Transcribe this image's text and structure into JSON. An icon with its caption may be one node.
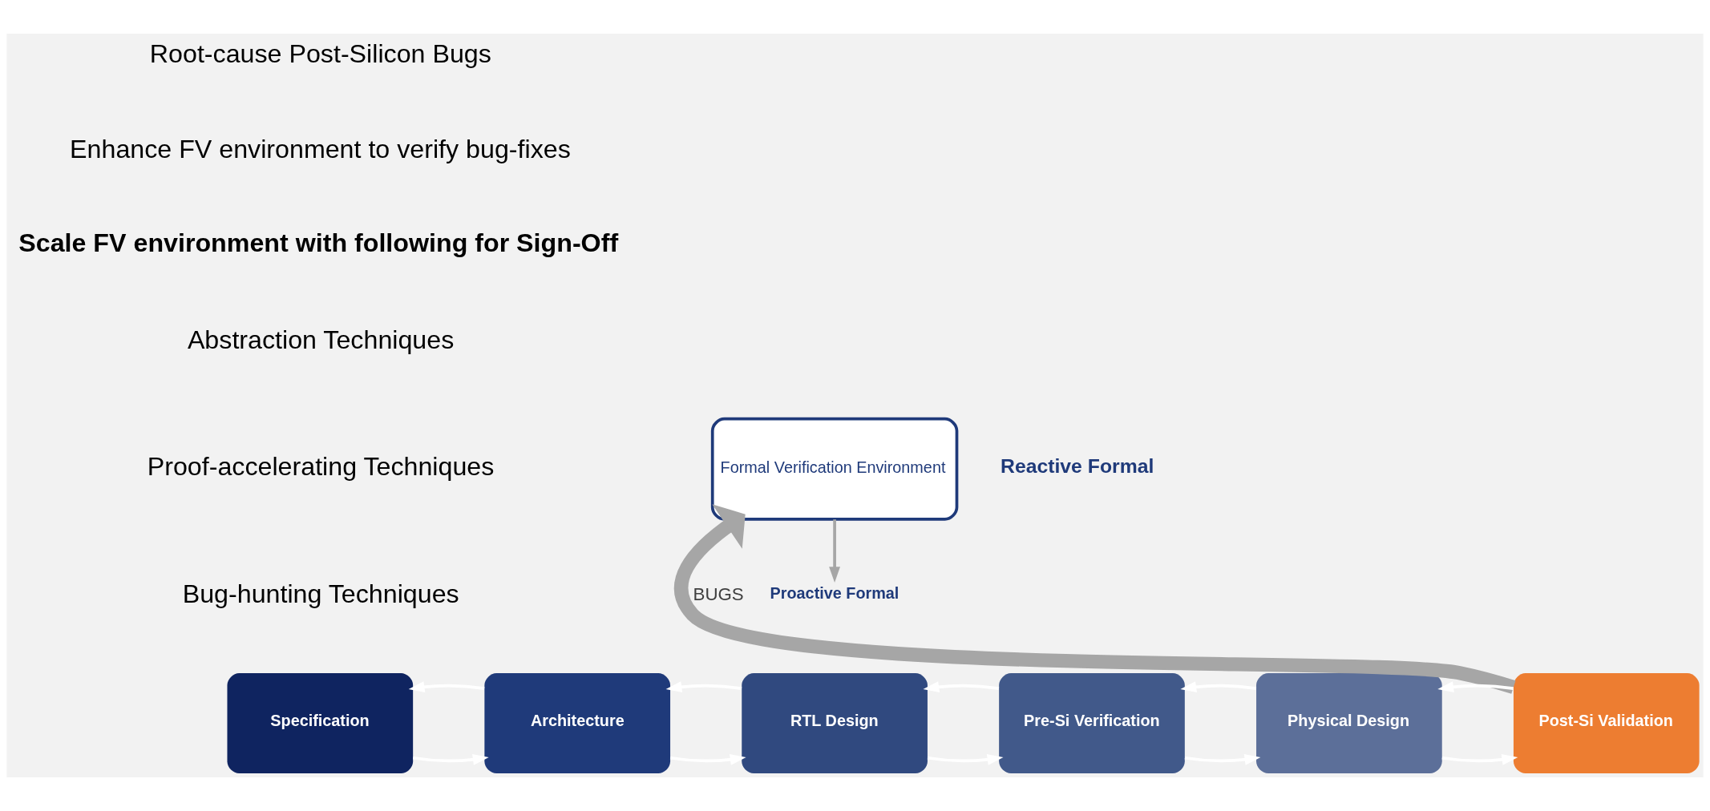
{
  "diagram": {
    "nodes": [
      {
        "text": [
          "Formal Verification Environment"
        ]
      },
      {
        "text": [
          "Proactive Formal"
        ]
      },
      {
        "text": [
          "Specification"
        ]
      },
      {
        "text": [
          "Architecture"
        ]
      },
      {
        "text": [
          "RTL Design"
        ]
      },
      {
        "text": [
          "Pre-Si Verification"
        ]
      },
      {
        "text": [
          "Physical Design"
        ]
      },
      {
        "text": [
          "Post-Si Validation"
        ]
      }
    ],
    "edges": [
      {
        "from": 2,
        "to": 3,
        "arrow": "to"
      },
      {
        "from": 3,
        "to": 2,
        "arrow": "to"
      },
      {
        "from": 3,
        "to": 4,
        "arrow": "to"
      },
      {
        "from": 4,
        "to": 3,
        "arrow": "to"
      },
      {
        "from": 4,
        "to": 5,
        "arrow": "to"
      },
      {
        "from": 5,
        "to": 4,
        "arrow": "to"
      },
      {
        "from": 5,
        "to": 6,
        "arrow": "to"
      },
      {
        "from": 6,
        "to": 5,
        "arrow": "to"
      },
      {
        "from": 6,
        "to": 7,
        "arrow": "to"
      },
      {
        "from": 7,
        "to": 6,
        "arrow": "to"
      },
      {
        "from": 7,
        "to": 0,
        "arrow": "to",
        "label": "BUGS",
        "style": "thick",
        "color": "#a6a6a6"
      },
      {
        "from": 0,
        "to": 1,
        "arrow": "to",
        "color": "#a6a6a6"
      }
    ],
    "labels": [
      "Root-cause Post-Silicon Bugs",
      "Enhance FV environment to verify bug-fixes",
      "Scale FV environment with following for Sign-Off",
      "Abstraction Techniques",
      "Proof-accelerating Techniques",
      "Bug-hunting Techniques",
      "Reactive Formal"
    ]
  }
}
